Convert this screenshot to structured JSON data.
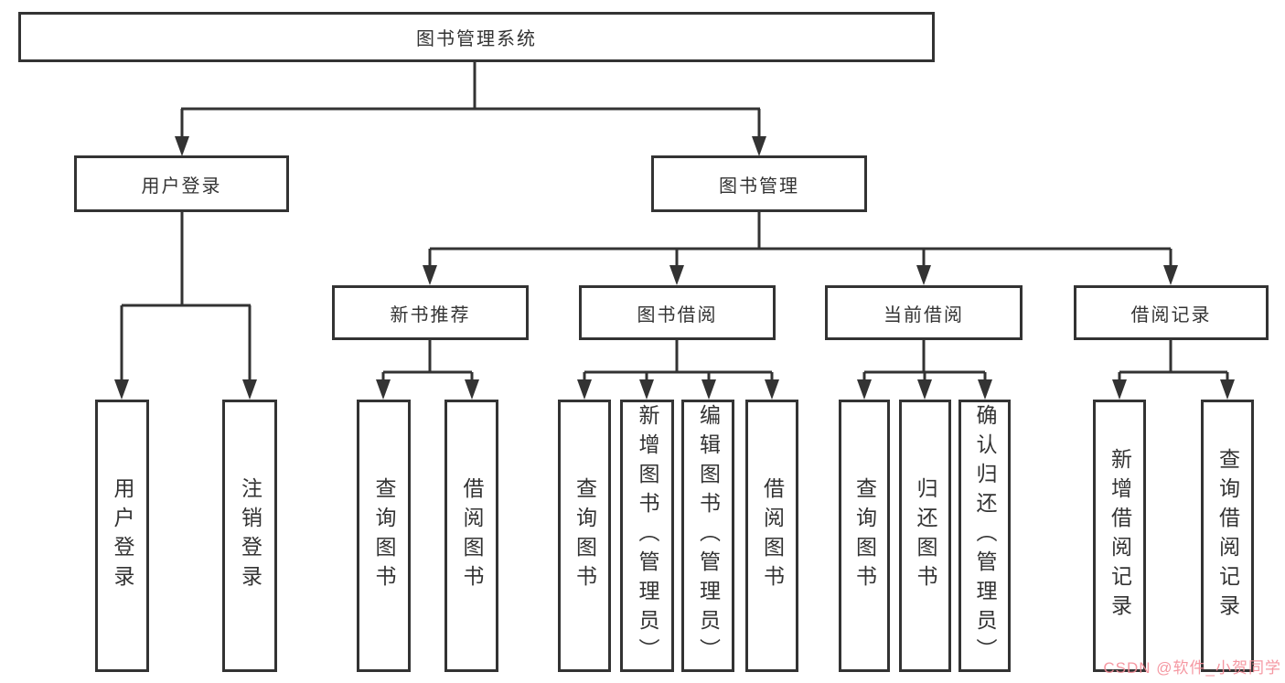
{
  "nodes": {
    "root": "图书管理系统",
    "userLogin": "用户登录",
    "bookMgmt": "图书管理",
    "newBookRec": "新书推荐",
    "bookBorrow": "图书借阅",
    "currentBorrow": "当前借阅",
    "borrowRecords": "借阅记录",
    "leafUserLogin": "用户登录",
    "leafLogout": "注销登录",
    "recQueryBooks": "查询图书",
    "recBorrowBooks": "借阅图书",
    "bbQueryBooks": "查询图书",
    "bbAddBooks": "新增图书（管理员）",
    "bbEditBooks": "编辑图书（管理员）",
    "bbBorrowBooks": "借阅图书",
    "cbQueryBooks": "查询图书",
    "cbReturnBooks": "归还图书",
    "cbConfirmReturn": "确认归还（管理员）",
    "brAddRecord": "新增借阅记录",
    "brQueryRecord": "查询借阅记录"
  },
  "watermark": {
    "text": "CSDN @软件_小贺同学",
    "color": "#f48d98"
  },
  "style": {
    "lineColor": "#333333",
    "background": "#ffffff"
  }
}
